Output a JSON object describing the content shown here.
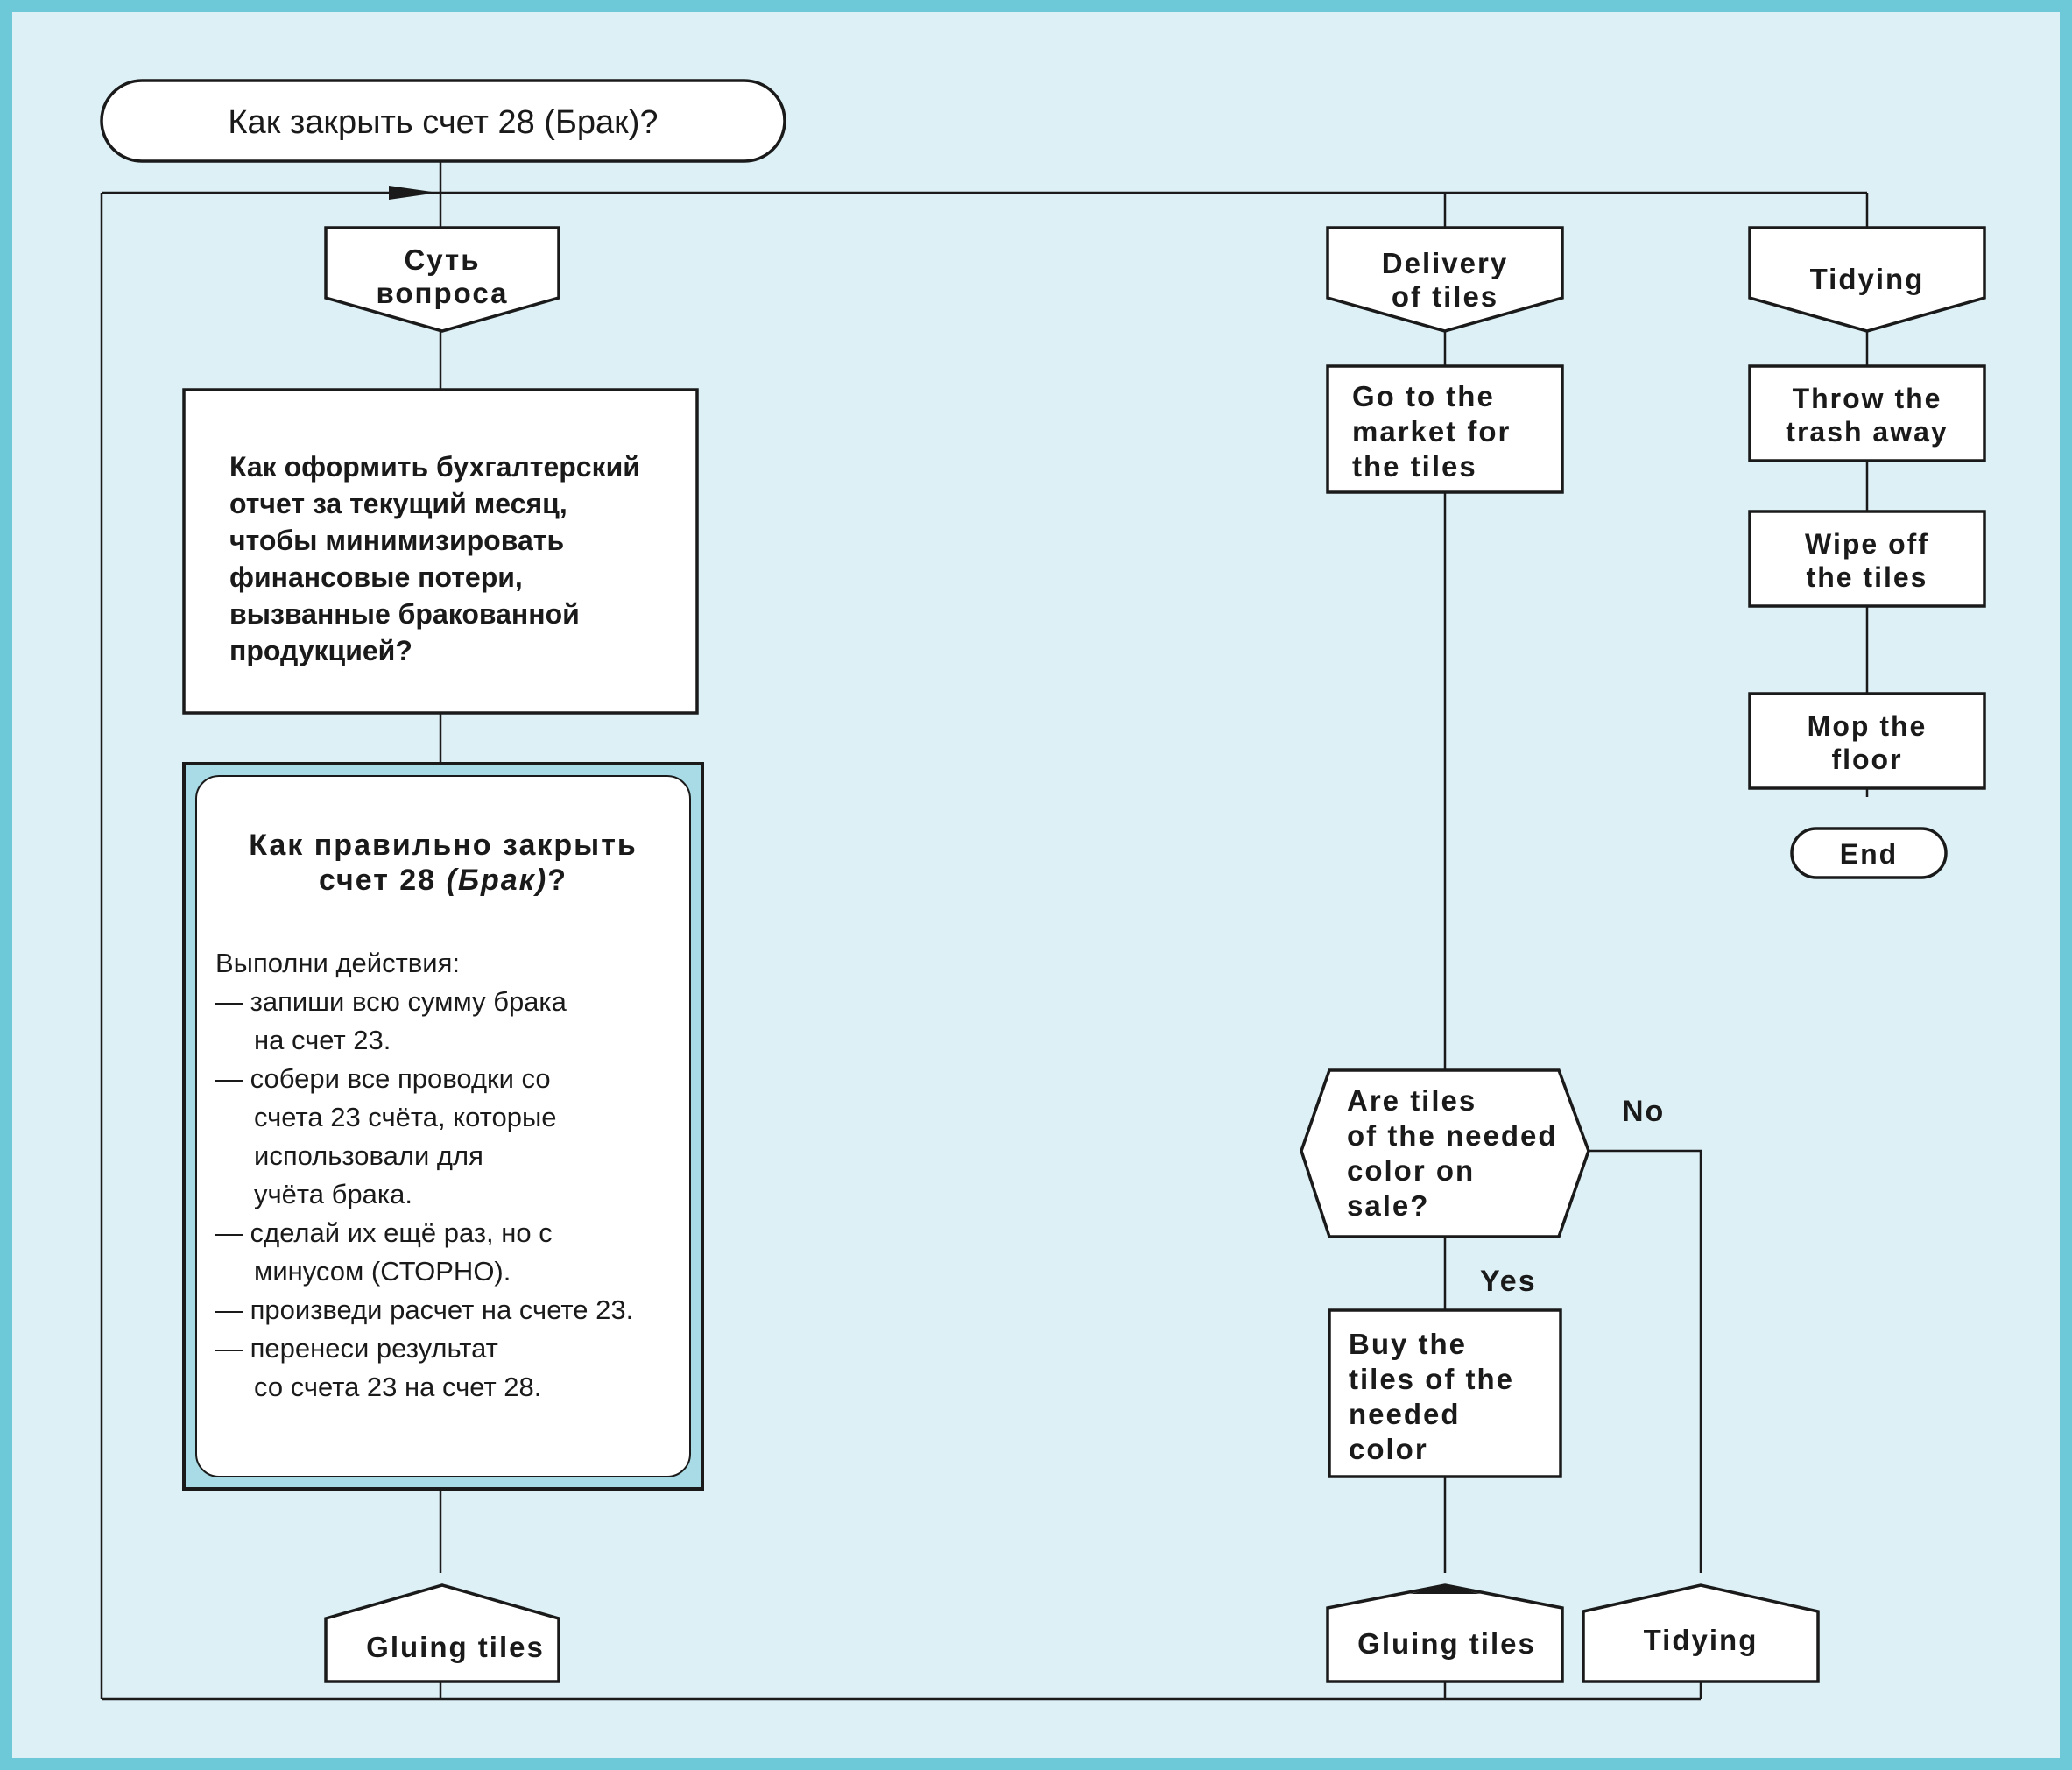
{
  "start": {
    "label": "Как закрыть счет 28 (Брак)?"
  },
  "left_branch": {
    "header": [
      "Суть",
      "вопроса"
    ],
    "question": [
      "Как оформить бухгалтерский",
      "отчет за текущий месяц,",
      "чтобы минимизировать",
      "финансовые потери,",
      "вызванные бракованной",
      "продукцией?"
    ],
    "answer": {
      "title_line1": "Как правильно закрыть",
      "title_line2_prefix": "счет 28 ",
      "title_line2_italic": "(Брак)",
      "title_line2_suffix": "?",
      "lines": [
        "Выполни действия:",
        "— запиши всю сумму брака",
        "на счет 23.",
        "— собери все проводки со",
        "счета 23 счёта, которые",
        "использовали для",
        "учёта брака.",
        "— сделай их ещё раз, но с",
        "минусом (СТОРНО).",
        "— произведи расчет на счете 23.",
        "— перенеси результат",
        "со счета 23 на счет 28."
      ]
    },
    "footer": "Gluing tiles"
  },
  "middle_branch": {
    "header": [
      "Delivery",
      "of tiles"
    ],
    "step1": [
      "Go to the",
      "market for",
      "the tiles"
    ],
    "decision": [
      "Are tiles",
      "of the needed",
      "color on",
      "sale?"
    ],
    "no_label": "No",
    "yes_label": "Yes",
    "step2": [
      "Buy the",
      "tiles of the",
      "needed",
      "color"
    ],
    "footer": "Gluing tiles",
    "footer_no": "Tidying"
  },
  "right_branch": {
    "header": "Tidying",
    "step1": [
      "Throw the",
      "trash away"
    ],
    "step2": [
      "Wipe off",
      "the tiles"
    ],
    "step3": [
      "Mop the",
      "floor"
    ],
    "end": "End"
  },
  "colors": {
    "frame": "#6dc8d8",
    "background": "#dcf0f6",
    "card_frame": "#a9dbe6",
    "shape_fill": "#ffffff",
    "stroke": "#1a1a1a"
  }
}
